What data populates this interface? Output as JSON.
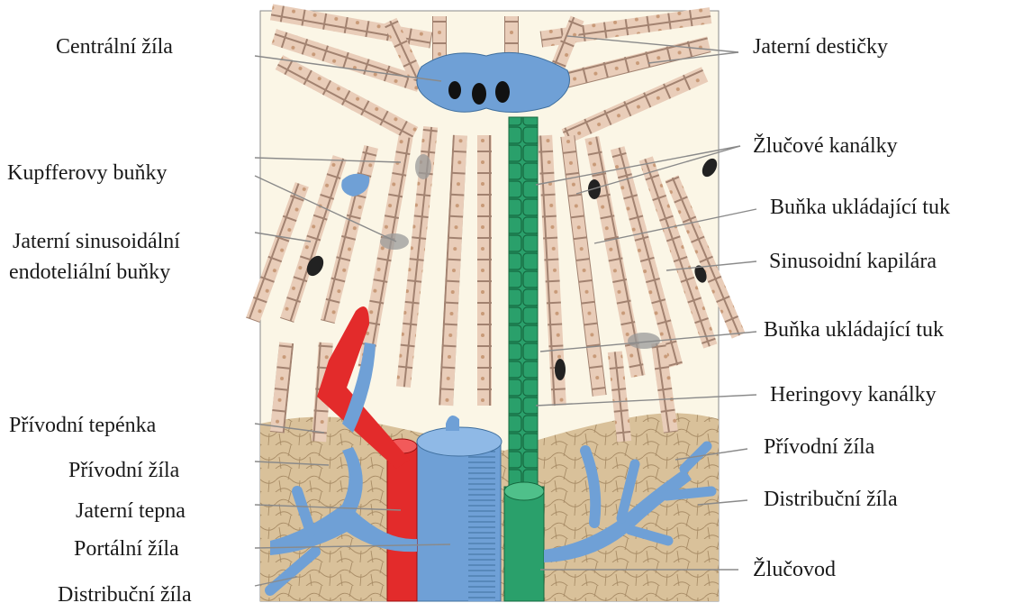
{
  "colors": {
    "background_tissue": "#f4ecd6",
    "hepatocyte": "#e9cdb9",
    "hepatocyte_edge": "#8a6a5a",
    "sinusoid": "#fbf6e6",
    "vein_blue": "#6fa0d6",
    "artery_red": "#e32b2b",
    "bile_green": "#2aa06b",
    "connective_tissue": "#d9c19a"
  },
  "labels": {
    "left": [
      "Centrální žíla",
      "Kupfferovy buňky",
      "Jaterní sinusoidální",
      "endoteliální buňky",
      "Přívodní tepénka",
      "Přívodní žíla",
      "Jaterní tepna",
      "Portální žíla",
      "Distribuční žíla"
    ],
    "right": [
      "Jaterní destičky",
      "Žlučové kanálky",
      "Buňka ukládající tuk",
      "Sinusoidní kapilára",
      "Buňka ukládající tuk",
      "Heringovy kanálky",
      "Přívodní žíla",
      "Distribuční žíla",
      "Žlučovod"
    ]
  }
}
